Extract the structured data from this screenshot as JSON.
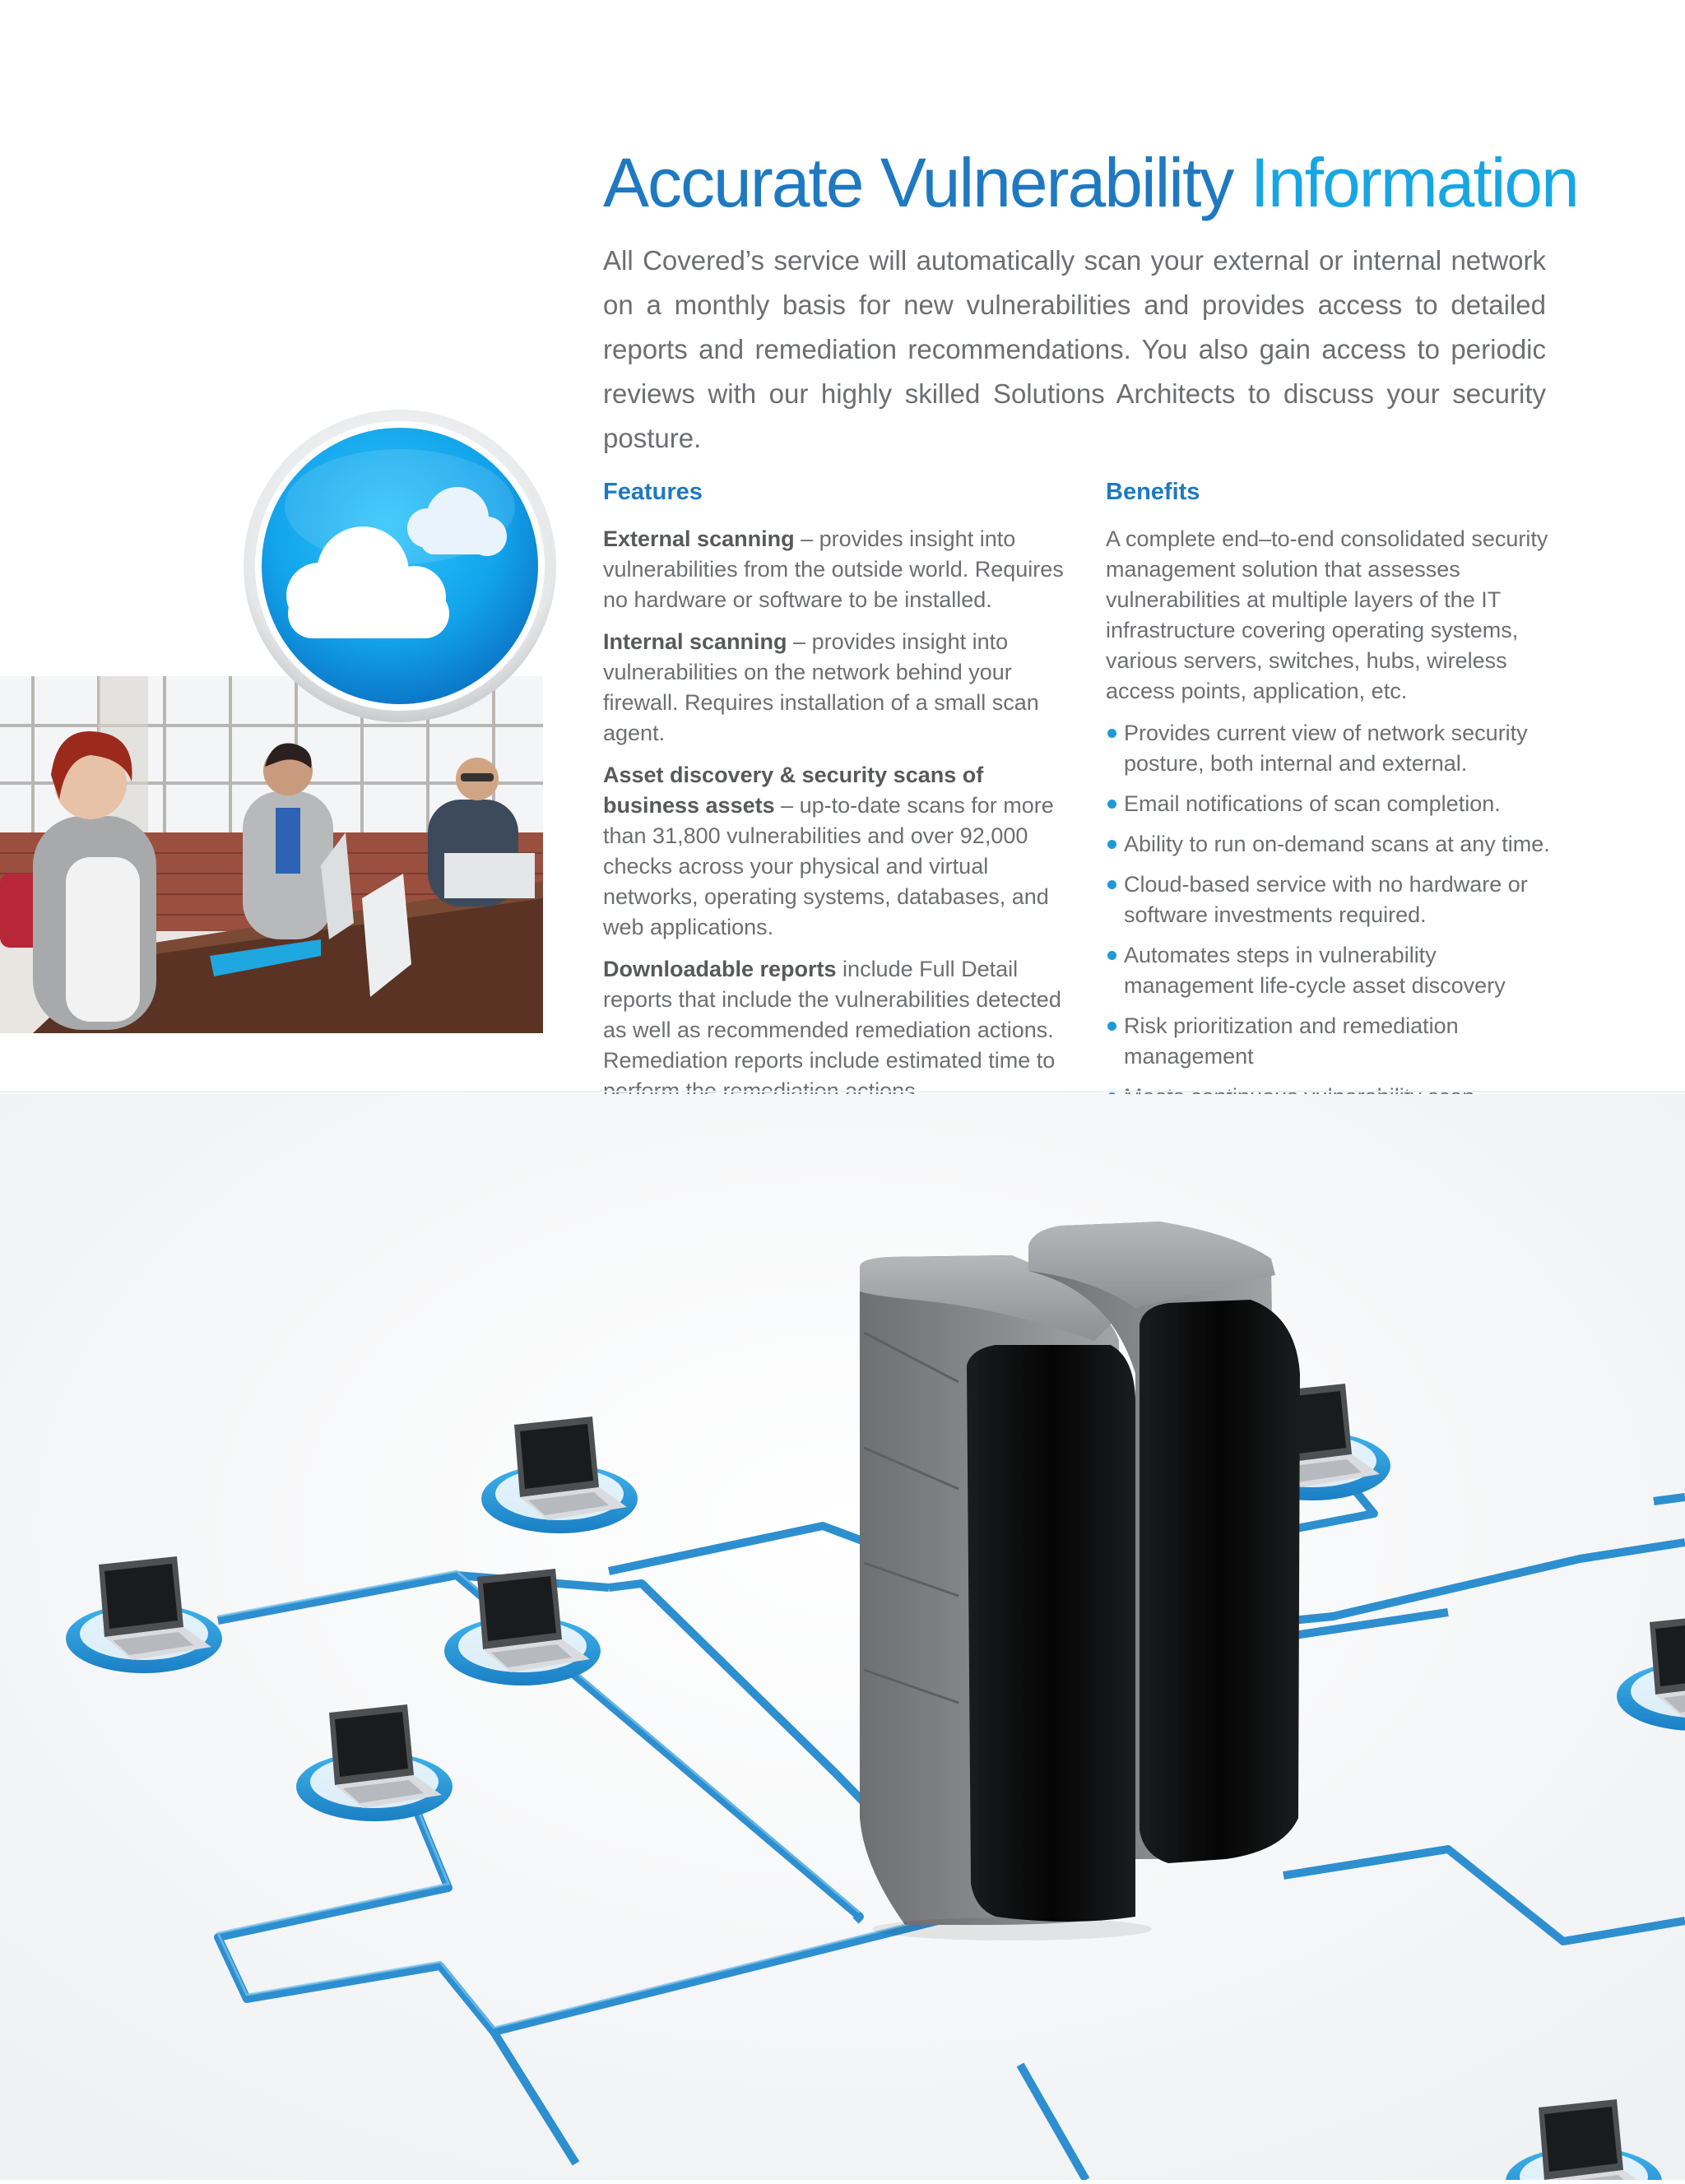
{
  "header": {
    "title_part1": "Accurate Vulnerability",
    "title_part2": "Information",
    "intro": "All Covered’s service will automatically scan your external or internal network on a monthly basis for new vulnerabilities and provides access to detailed reports and remediation recommendations. You also gain access to periodic reviews with our highly skilled Solutions Architects to discuss your security posture."
  },
  "features": {
    "heading": "Features",
    "items": [
      {
        "term": "External scanning",
        "text": " – provides insight into vulnerabilities from the outside world. Requires no hardware or software to be installed."
      },
      {
        "term": "Internal scanning",
        "text": " – provides insight into vulnerabilities on the network behind your firewall. Requires installation of a small scan agent."
      },
      {
        "term": "Asset discovery & security scans of business assets",
        "text": " – up-to-date scans for more than 31,800 vulnerabilities and over 92,000 checks across your physical and virtual networks, operating systems, databases, and web applications."
      },
      {
        "term": "Downloadable reports",
        "text": " include Full Detail reports that include the vulnerabilities detected as well as recommended remediation actions. Remediation reports include estimated time to perform the remediation actions."
      }
    ]
  },
  "benefits": {
    "heading": "Benefits",
    "intro": "A complete end–to-end consolidated security management solution that assesses vulnerabilities at multiple layers of the IT infrastructure covering operating systems, various servers, switches, hubs, wireless access points, application, etc.",
    "items": [
      "Provides current view of network security posture, both internal and external.",
      "Email notifications of scan completion.",
      "Ability to run on-demand scans at any time.",
      "Cloud-based service with no hardware or software investments required.",
      "Automates steps in vulnerability management life-cycle asset discovery",
      "Risk prioritization and remediation management",
      "Meets continuous vulnerability scan requirements for regulatory compliance."
    ]
  },
  "colors": {
    "title_blue": "#1f79c1",
    "accent_blue": "#18a6e3",
    "body_gray": "#6d6e71",
    "bullet_blue": "#1f9ad8"
  },
  "icons": {
    "badge": "cloud-icon"
  }
}
